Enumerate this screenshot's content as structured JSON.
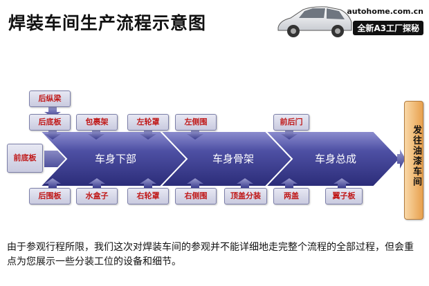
{
  "header": {
    "title": "焊装车间生产流程示意图",
    "brand_url": "autohome.com.cn",
    "brand_sub": "全新A3工厂探秘"
  },
  "flow": {
    "input": "前底板",
    "stages": [
      {
        "label": "车身下部",
        "top_tags": [
          "后纵梁",
          "后底板",
          "包裹架",
          "左轮罩"
        ],
        "bottom_tags": [
          "后围板",
          "水盒子",
          "右轮罩"
        ]
      },
      {
        "label": "车身骨架",
        "top_tags": [
          "左侧围"
        ],
        "bottom_tags": [
          "右侧围",
          "顶盖分装"
        ]
      },
      {
        "label": "车身总成",
        "top_tags": [
          "前后门"
        ],
        "bottom_tags": [
          "两盖",
          "翼子板"
        ]
      }
    ],
    "destination": "发往油漆车间"
  },
  "caption": "由于参观行程所限，我们这次对焊装车间的参观并不能详细地走完整个流程的全部过程，但会重点为您展示一些分装工位的设备和细节。",
  "colors": {
    "chevron_light": "#7f80c2",
    "chevron_dark": "#2b2c78",
    "tag_text": "#c01818",
    "destination": "#f0b46a"
  }
}
